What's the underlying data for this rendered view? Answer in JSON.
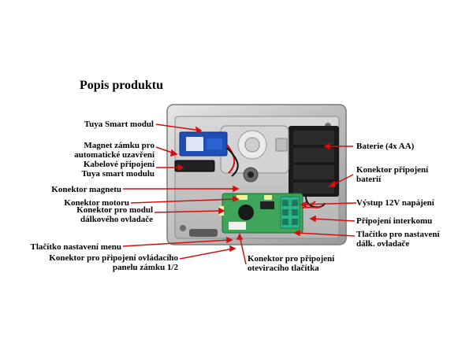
{
  "title": "Popis produktu",
  "labels": {
    "tuya_smart_modul": "Tuya Smart modul",
    "magnet_zamku": "Magnet zámku pro automatické uzavření",
    "kabelove_pripojeni": "Kabelové připojení Tuya smart modulu",
    "konektor_magnetu": "Konektor magnetu",
    "konektor_motoru": "Konektor motoru",
    "konektor_dalkoveho": "Konektor pro modul dálkového ovladače",
    "tlacitko_menu": "Tlačítko nastavení menu",
    "konektor_panelu": "Konektor pro připojení ovládacího panelu zámku 1/2",
    "konektor_oteviraciho": "Konektor pro připojení oteviracího tlačítka",
    "baterie": "Baterie (4x AA)",
    "konektor_baterii": "Konektor připojení baterií",
    "vystup_12v": "Výstup 12V napájení",
    "pripojeni_interkomu": "Připojení interkomu",
    "tlacitko_dalk": "Tlačítko pro nastavení dálk. ovladače"
  },
  "colors": {
    "leader": "#d01010",
    "housing": "#c9c9c9",
    "pcb": "#3fa55b",
    "terminal": "#2bb58a"
  }
}
